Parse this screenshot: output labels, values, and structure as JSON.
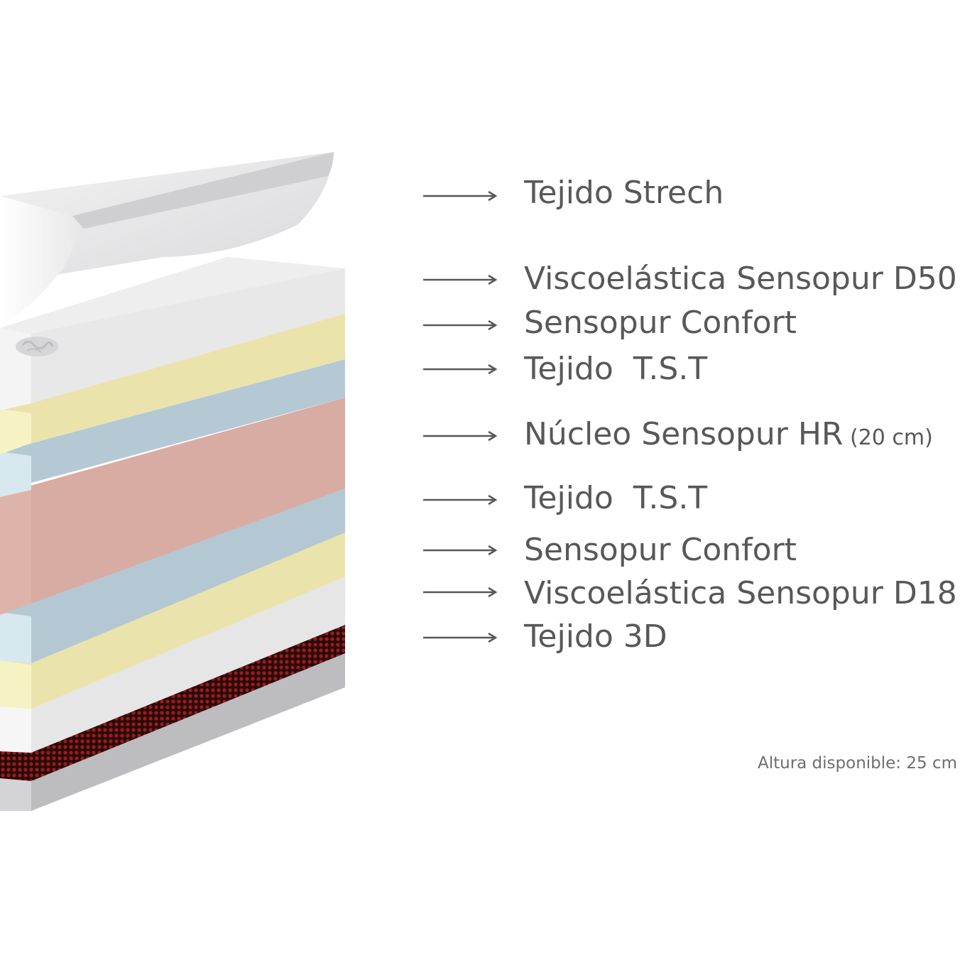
{
  "layers": [
    {
      "label": "Tejido Strech",
      "suffix": ""
    },
    {
      "label": "Viscoelástica Sensopur D50",
      "suffix": ""
    },
    {
      "label": "Sensopur Confort",
      "suffix": ""
    },
    {
      "label": "Tejido  T.S.T",
      "suffix": ""
    },
    {
      "label": "Núcleo Sensopur HR",
      "suffix": " (20 cm)"
    },
    {
      "label": "Tejido  T.S.T",
      "suffix": ""
    },
    {
      "label": "Sensopur Confort",
      "suffix": ""
    },
    {
      "label": "Viscoelástica Sensopur D18",
      "suffix": ""
    },
    {
      "label": "Tejido 3D",
      "suffix": ""
    }
  ],
  "footer": "Altura disponible: 25 cm",
  "colors": {
    "text": "#58585a",
    "arrow": "#58585a",
    "viscoelastic_top": "#eaeaeb",
    "viscoelastic_front": "#f4f4f5",
    "confort_top": "#ede6b4",
    "confort_front": "#f7f3c6",
    "tst_top": "#b6cad4",
    "tst_front": "#d6e8ef",
    "core_top": "#d9aea4",
    "core_front": "#dcb0a6",
    "tejido3d": "#7c1616",
    "base": "#c9c9cb"
  }
}
